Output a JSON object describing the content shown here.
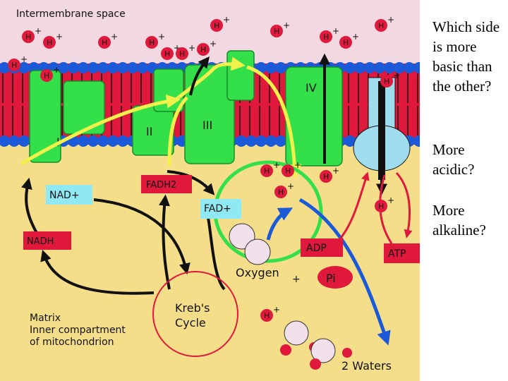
{
  "diagram": {
    "region_labels": {
      "intermembrane": "Intermembrane space",
      "matrix_line1": "Matrix",
      "matrix_line2": "Inner compartment",
      "matrix_line3": "of mitochondrion"
    },
    "complexes": {
      "c1": "I",
      "c2": "II",
      "c3": "III",
      "c4": "IV"
    },
    "molecules": {
      "nad": "NAD+",
      "nadh": "NADH",
      "fadh2": "FADH2",
      "fad": "FAD+",
      "adp": "ADP",
      "atp": "ATP",
      "pi": "Pi",
      "oxygen": "Oxygen",
      "oxygen_plus": "+",
      "krebs1": "Kreb's",
      "krebs2": "Cycle",
      "waters": "2 Waters"
    },
    "ion": {
      "letter": "H",
      "charge": "+"
    },
    "colors": {
      "intermembrane": "#f2d8e0",
      "matrix": "#f5de8a",
      "membrane": "#e0193c",
      "lipid_head": "#1a5ad8",
      "complex": "#33e04a",
      "synthase": "#9fdcee",
      "nad_box": "#8fe8f2",
      "red_box": "#e0193c",
      "yellow_path": "#f2f04a",
      "green_path": "#33e04a",
      "blue_path": "#1a5ad8",
      "krebs_ring": "#e0193c"
    }
  },
  "side_questions": {
    "q1": "Which side is more basic than the other?",
    "q2": "More acidic?",
    "q3": "More alkaline?"
  }
}
